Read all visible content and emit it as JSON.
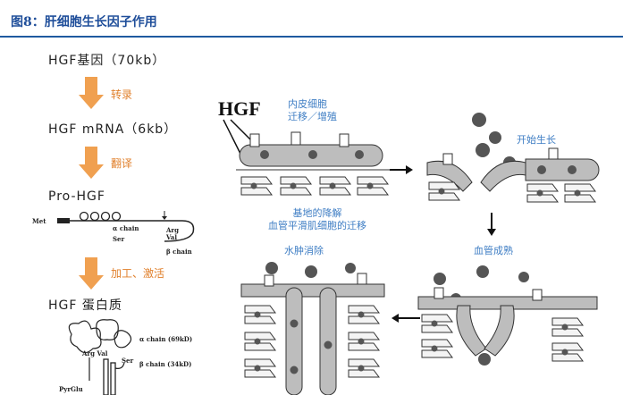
{
  "figure": {
    "title": "图8：肝细胞生长因子作用"
  },
  "flow": {
    "step1": "HGF基因（70kb）",
    "arrow1": "转录",
    "step2": "HGF mRNA（6kb）",
    "arrow2": "翻译",
    "step3": "Pro-HGF",
    "arrow3": "加工、激活",
    "step4": "HGF 蛋白质"
  },
  "pro_hgf_diagram": {
    "met": "Met",
    "alpha_chain": "α chain",
    "beta_chain": "β chain",
    "ser": "Ser",
    "arg": "Arg",
    "val": "Val"
  },
  "hgf_protein_diagram": {
    "arg_val": "Arg Val",
    "ser": "Ser",
    "pyrglu": "PyrGlu",
    "alpha_chain": "α chain (69kD)",
    "beta_chain": "β chain (34kD)"
  },
  "mechanism": {
    "hgf_label": "HGF",
    "endothelial": "内皮细胞\n迁移／增殖",
    "start_growth": "开始生长",
    "basement": "基地的降解\n血管平滑肌细胞的迁移",
    "edema": "水肿消除",
    "maturation": "血管成熟"
  },
  "colors": {
    "title": "#1f4e9a",
    "header_rule": "#1f5aa0",
    "arrow_orange": "#f0a050",
    "label_blue": "#3f7ec4"
  }
}
